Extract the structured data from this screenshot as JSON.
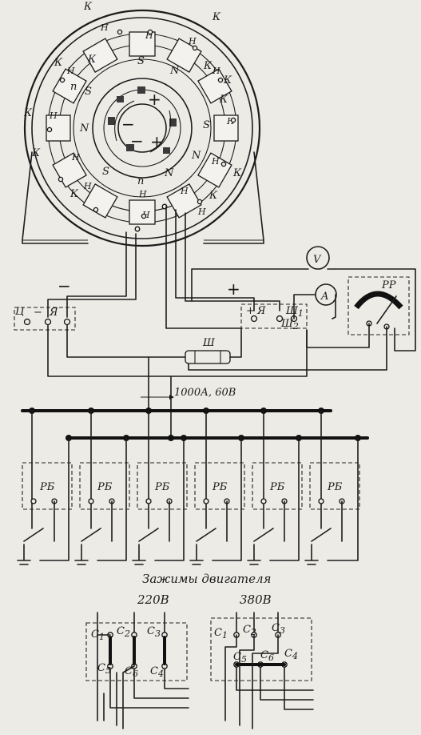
{
  "motor": {
    "pole_marks": [
      "К",
      "К",
      "К",
      "К",
      "К",
      "К",
      "К",
      "К",
      "К",
      "К",
      "К",
      "К"
    ],
    "n_marks": [
      "Н",
      "Н",
      "Н",
      "Н",
      "Н",
      "Н",
      "Н",
      "Н",
      "Н",
      "Н",
      "Н",
      "Н",
      "Н",
      "Н"
    ],
    "pole_letters": [
      "S",
      "N",
      "S",
      "N",
      "S",
      "N",
      "S",
      "N"
    ],
    "small_n": [
      "п",
      "п"
    ],
    "armature_plus": [
      "+",
      "+"
    ],
    "armature_minus": [
      "−",
      "−"
    ]
  },
  "terminals": {
    "left_U": "Ц",
    "left_minus": "−",
    "left_Ya": "Я",
    "right_plus": "+",
    "right_Ya": "Я",
    "right_Sh1": "Ш",
    "right_Sh1_sub": "1",
    "right_Sh2": "Ш",
    "right_Sh2_sub": "2"
  },
  "polarity": {
    "minus": "−",
    "plus": "+"
  },
  "instruments": {
    "voltmeter": "V",
    "ammeter": "A",
    "regulator": "РР"
  },
  "shunt": {
    "label": "Ш",
    "rating": "1000А, 60В"
  },
  "boxes": {
    "label": "РБ",
    "count": 6
  },
  "caption": {
    "title": "Зажимы двигателя",
    "left_voltage": "220В",
    "right_voltage": "380В"
  },
  "connections": {
    "c1": "C",
    "c1_sub": "1",
    "c2": "C",
    "c2_sub": "2",
    "c3": "C",
    "c3_sub": "3",
    "c4": "C",
    "c4_sub": "4",
    "c5": "C",
    "c5_sub": "5",
    "c6": "C",
    "c6_sub": "6"
  }
}
